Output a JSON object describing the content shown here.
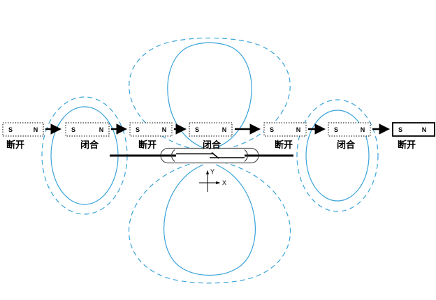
{
  "colors": {
    "field_line": "#39a3d8",
    "ink": "#000000",
    "capsule": "#555555"
  },
  "stations": [
    {
      "left_pole": "S",
      "right_pole": "N",
      "state": "断开"
    },
    {
      "left_pole": "S",
      "right_pole": "N",
      "state": "闭合"
    },
    {
      "left_pole": "S",
      "right_pole": "N",
      "state": "断开"
    },
    {
      "left_pole": "S",
      "right_pole": "N",
      "state": "闭合"
    },
    {
      "left_pole": "S",
      "right_pole": "N",
      "state": "断开"
    },
    {
      "left_pole": "S",
      "right_pole": "N",
      "state": "闭合"
    },
    {
      "left_pole": "S",
      "right_pole": "N",
      "state": "断开"
    }
  ],
  "axes": {
    "x": "X",
    "y": "Y"
  }
}
